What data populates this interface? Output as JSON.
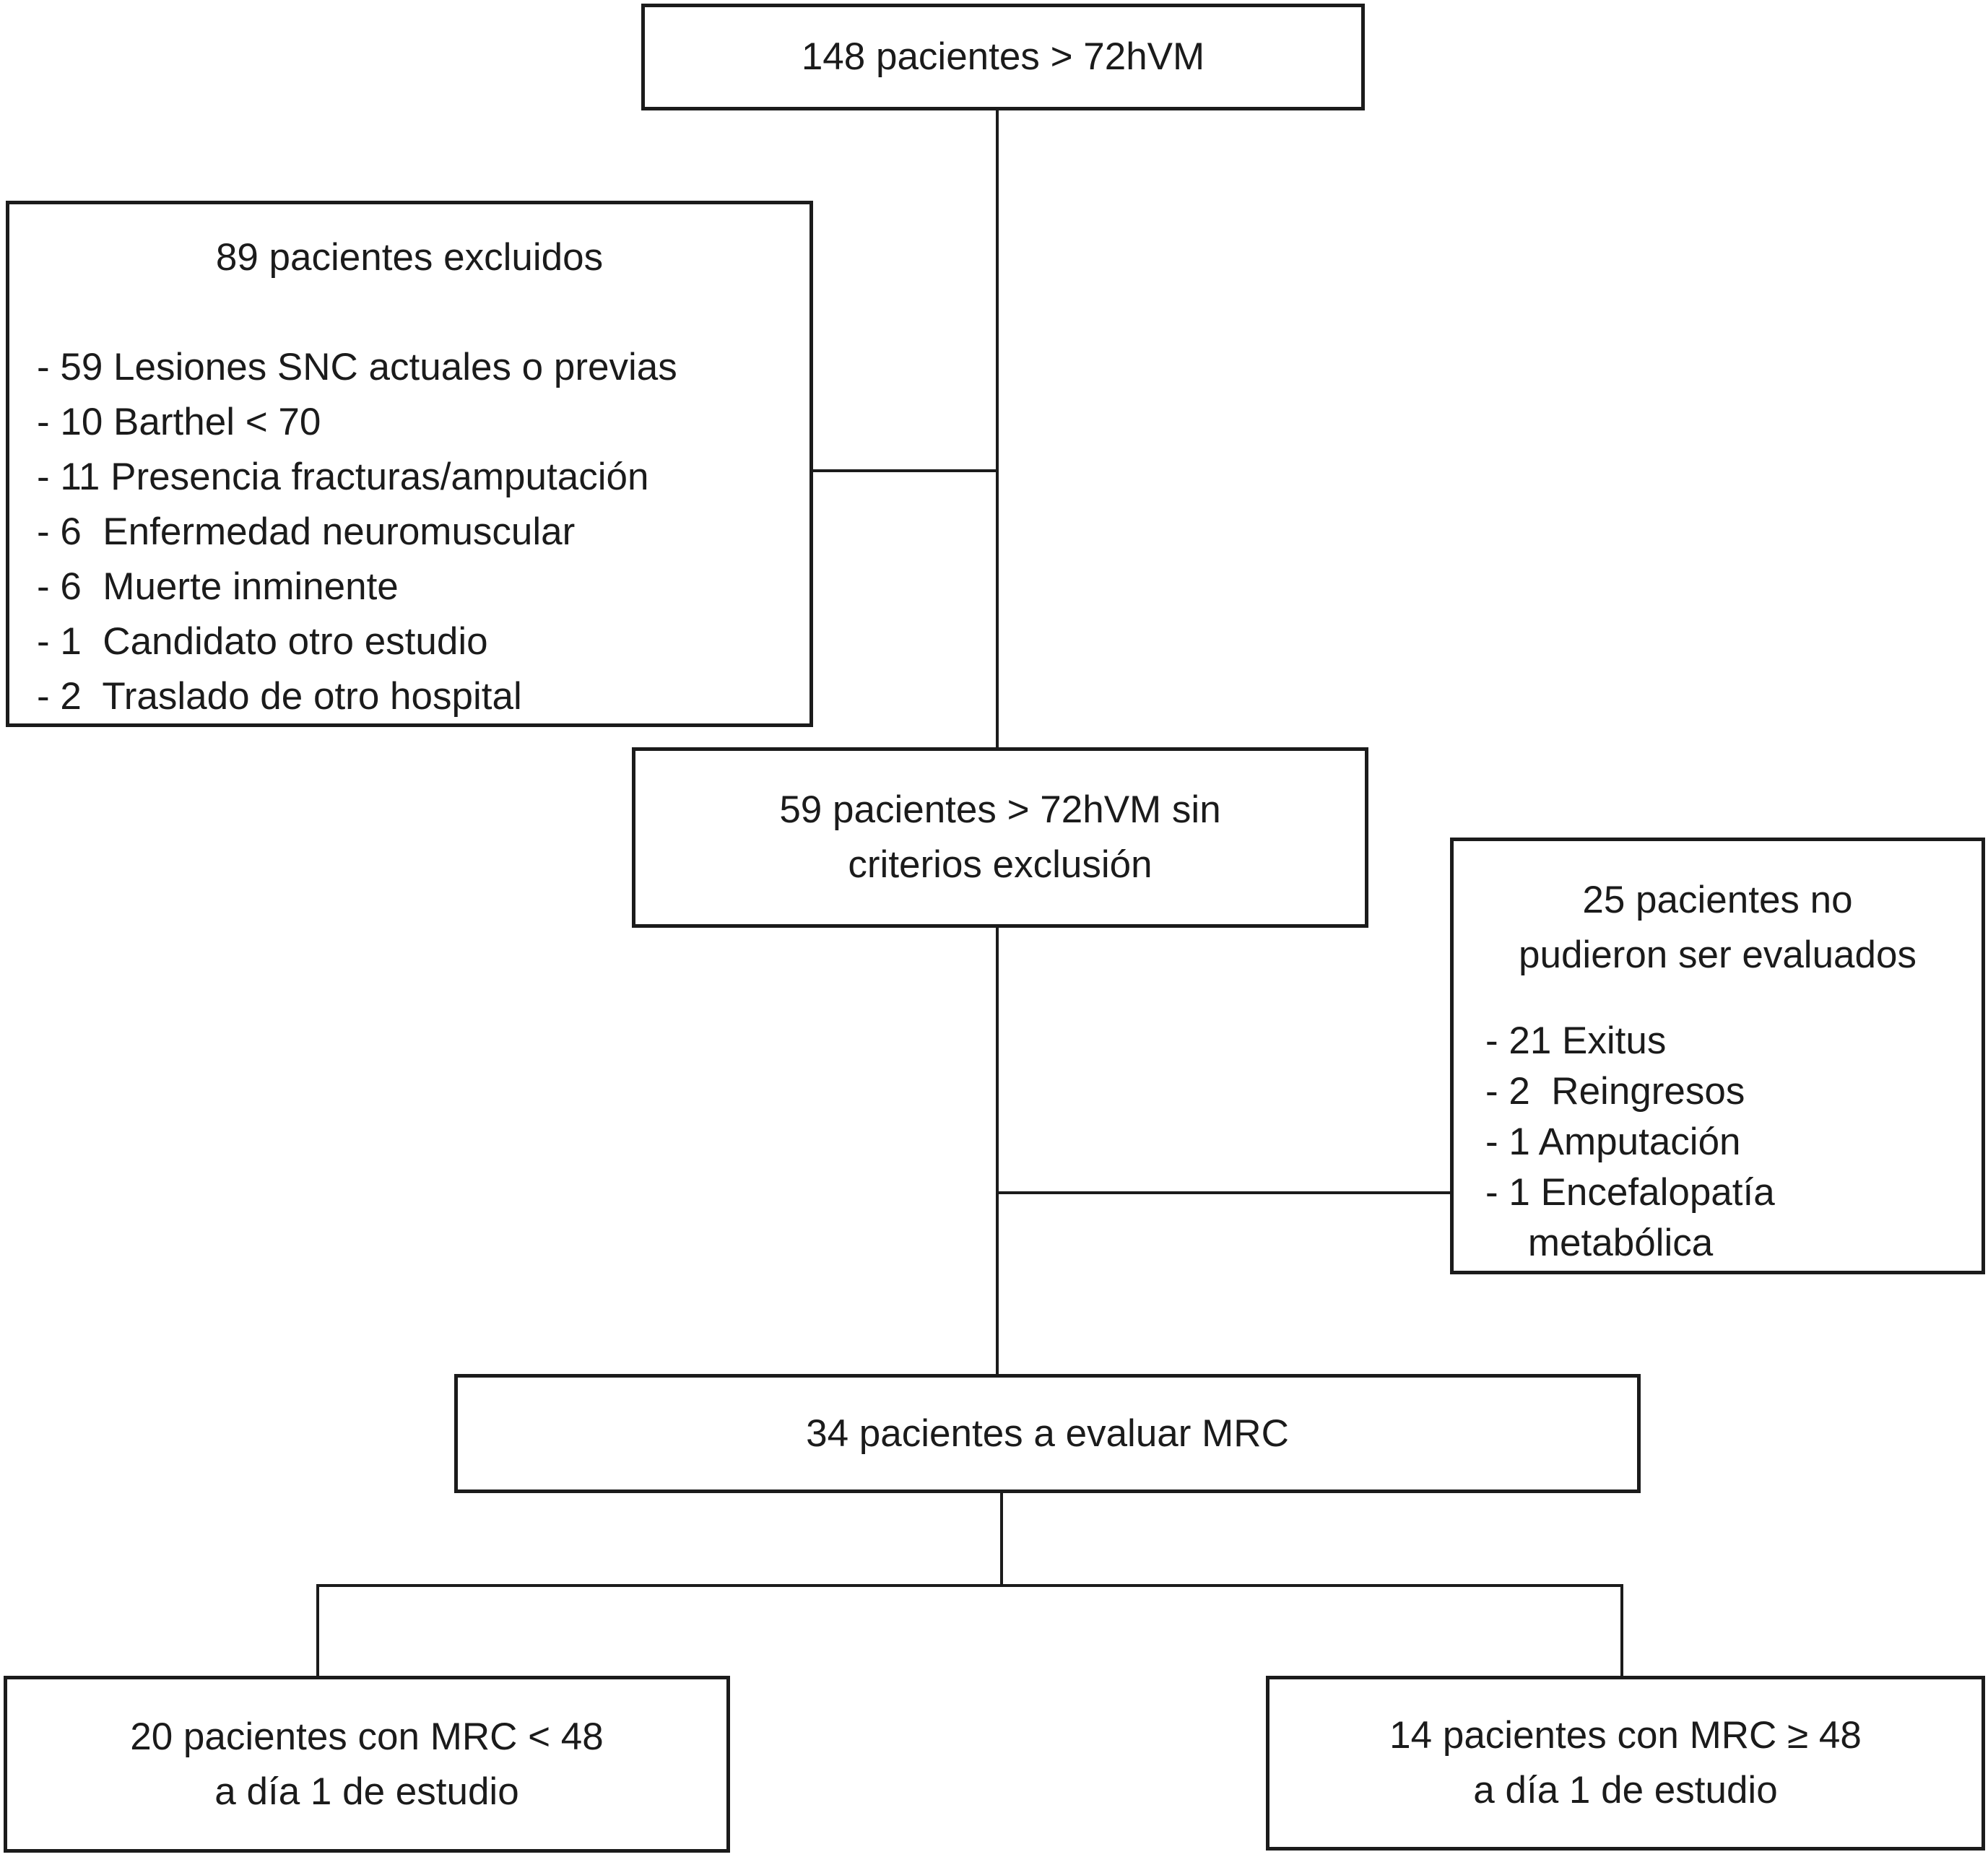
{
  "figure": {
    "background": "#ffffff",
    "line_color": "#1b1b1b",
    "text_color": "#1b1b1b"
  },
  "boxes": {
    "total": {
      "text": "148 pacientes > 72hVM"
    },
    "excluded": {
      "title": "89 pacientes excluidos",
      "items": [
        "- 59 Lesiones SNC actuales o previas",
        "- 10 Barthel < 70",
        "- 11 Presencia fracturas/amputación",
        "- 6  Enfermedad neuromuscular",
        "- 6  Muerte inminente",
        "- 1  Candidato otro estudio",
        "- 2  Traslado de otro hospital"
      ]
    },
    "no_exclusion_criteria": {
      "lines": [
        "59 pacientes > 72hVM sin",
        "criterios exclusión"
      ]
    },
    "not_evaluated": {
      "title_lines": [
        "25 pacientes no",
        "pudieron ser evaluados"
      ],
      "items": [
        "- 21 Exitus",
        "- 2  Reingresos",
        "- 1 Amputación",
        "- 1 Encefalopatía",
        "    metabólica"
      ]
    },
    "to_evaluate": {
      "text": "34 pacientes a evaluar MRC"
    },
    "mrc_below_48": {
      "lines": [
        "20 pacientes con MRC < 48",
        "a día 1 de estudio"
      ]
    },
    "mrc_at_least_48": {
      "lines": [
        "14 pacientes con MRC ≥ 48",
        "a día 1 de estudio"
      ]
    }
  }
}
